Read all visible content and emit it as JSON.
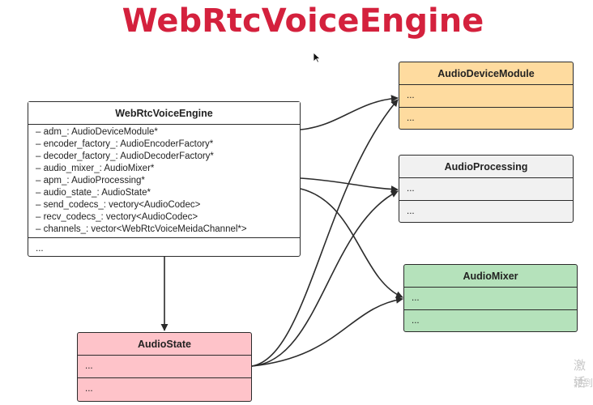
{
  "title": "WebRtcVoiceEngine",
  "engine": {
    "name": "WebRtcVoiceEngine",
    "members": [
      "– adm_: AudioDeviceModule*",
      "– encoder_factory_: AudioEncoderFactory*",
      "– decoder_factory_: AudioDecoderFactory*",
      "– audio_mixer_: AudioMixer*",
      "– apm_: AudioProcessing*",
      "– audio_state_: AudioState*",
      "– send_codecs_: vectory<AudioCodec>",
      "– recv_codecs_: vectory<AudioCodec>",
      "– channels_: vector<WebRtcVoiceMeidaChannel*>"
    ],
    "methods": "..."
  },
  "adm": {
    "name": "AudioDeviceModule",
    "sections": [
      "...",
      "..."
    ]
  },
  "apm": {
    "name": "AudioProcessing",
    "sections": [
      "...",
      "..."
    ]
  },
  "mixer": {
    "name": "AudioMixer",
    "sections": [
      "...",
      "..."
    ]
  },
  "state": {
    "name": "AudioState",
    "sections": [
      "...",
      "..."
    ]
  },
  "watermark": {
    "line1": "激活",
    "line2": "转到"
  },
  "colors": {
    "title": "#d4213d",
    "adm_fill": "#fedb9f",
    "apm_fill": "#f1f1f1",
    "mixer_fill": "#b5e2bb",
    "state_fill": "#fec3c9",
    "lines": "#2b2b2b"
  }
}
